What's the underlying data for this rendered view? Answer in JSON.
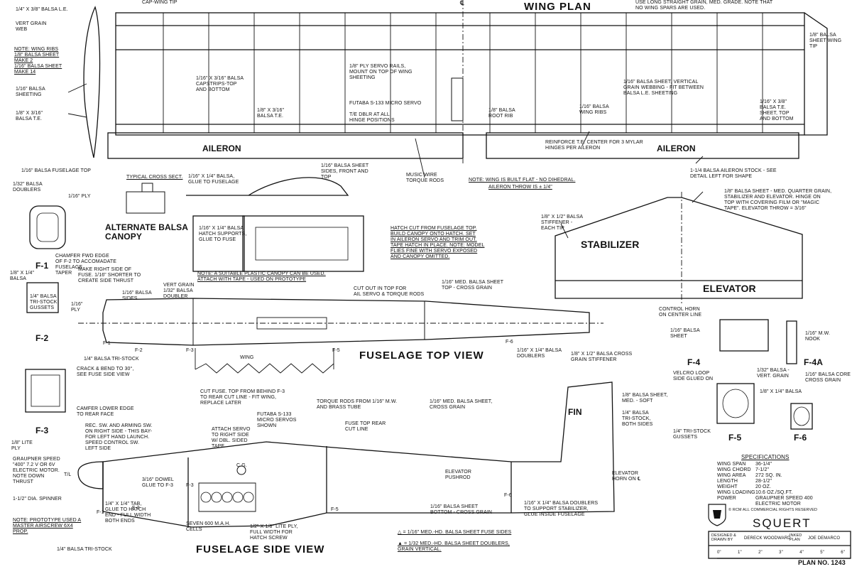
{
  "wing": {
    "title": "WING PLAN",
    "center_mark": "℄",
    "notes": {
      "spar_note": "USE LONG STRAIGHT GRAIN, MED. GRADE. NOTE THAT\nNO WING SPARS ARE USED.",
      "cap_tip": "CAP-WING TIP",
      "tip_sheet": "1/8\" BALSA\nSHEET WING\nTIP",
      "servo_rails": "1/8\" PLY SERVO RAILS,\nMOUNT ON TOP OF WING\nSHEETING",
      "capstrips": "1/16\" x 3/16\" BALSA\nCAPSTRIPS-TOP\nAND BOTTOM",
      "futaba": "FUTABA S-133 MICRO SERVO",
      "te_dblr": "T/E DBLR AT ALL\nHINGE POSITIONS",
      "balsa_te": "1/8\" x 3/16\"\nBALSA T.E.",
      "root_rib": "1/8\" BALSA\nROOT RIB",
      "webbing": "1/16\" BALSA SHEET, VERTICAL\nGRAIN WEBBING - FIT BETWEEN\nBALSA L.E. SHEETING",
      "wing_ribs": "1/16\" BALSA\nWING RIBS",
      "le_sheet": "1/16\" x 3/8\"\nBALSA T.E.\nSHEET, TOP\nAND BOTTOM",
      "reinforce": "REINFORCE T.E. CENTER FOR 3 MYLAR\nHINGES PER AILERON",
      "aileron_stock": "1-1/4 BALSA AILERON STOCK - SEE\nDETAIL LEFT FOR SHAPE",
      "music_wire": "MUSIC WIRE\nTORQUE RODS",
      "built_flat": "NOTE: WING IS BUILT FLAT - NO DIHEDRAL.",
      "throw": "AILERON THROW IS ± 1/4\""
    },
    "aileron_left": "AILERON",
    "aileron_right": "AILERON"
  },
  "section": {
    "le": "1/4\" x 3/8\" BALSA L.E.",
    "web": "VERT GRAIN\nWEB",
    "note": "NOTE: WING RIBS\n1/8\" BALSA SHEET\nMAKE 2\n1/16\" BALSA SHEET\nMAKE 14",
    "sheeting": "1/16\" BALSA\nSHEETING",
    "te": "1/8\" x 3/16\"\nBALSA T.E."
  },
  "canopy": {
    "fuse_top": "1/16\" BALSA FUSELAGE TOP",
    "doublers": "1/32\" BALSA\nDOUBLERS",
    "ply": "1/16\" PLY",
    "typical": "TYPICAL CROSS SECT.",
    "glue": "1/16\" x 1/4\" BALSA,\nGLUE TO FUSELAGE",
    "sides": "1/16\" BALSA SHEET\nSIDES, FRONT AND\nTOP",
    "title": "ALTERNATE BALSA\nCANOPY",
    "hatch_supports": "1/16\" x 1/4\" BALSA\nHATCH SUPPORTS,\nGLUE TO FUSE",
    "hatch_note": "HATCH CUT FROM FUSELAGE TOP.\nBUILD CANOPY ONTO HATCH. SET\nIN AILERON SERVO AND TRIM OUT.\nTAPE HATCH IN PLACE. NOTE: MODEL\nFLIES FINE WITH SERVO EXPOSED\nAND CANOPY OMITTED.",
    "plastic": "NOTE: A SUITABLE PLASTIC CANOPY CAN BE USED.\nATTACH WITH TAPE - USED ON PROTOTYPE"
  },
  "formers": {
    "f1": "F-1",
    "f2": "F-2",
    "f3": "F-3",
    "f4": "F-4",
    "f4a": "F-4A",
    "f5": "F-5",
    "f6": "F-6",
    "chamfer": "CHAMFER FWD EDGE\nOF F-2 TO ACCOMADATE\nFUSELAGE\nTAPER",
    "balsa18": "1/8\" x 1/4\"\nBALSA",
    "tristock": "1/4\" BALSA\nTRI-STOCK\nGUSSETS",
    "crack": "CRACK & BEND TO 30°,\nSEE FUSE SIDE VIEW",
    "camfer": "CAMFER LOWER EDGE\nTO REAR FACE",
    "lite_ply": "1/8\" LITE\nPLY",
    "f4_sheet": "1/16\" BALSA\nSHEET",
    "nook": "1/16\" M.W.\nNOOK",
    "velcro": "VELCRO LOOP\nSIDE GLUED ON",
    "vert_grain": "1/32\" BALSA -\nVERT. GRAIN",
    "balsa_core": "1/16\" BALSA CORE\nCROSS GRAIN",
    "f5_balsa": "1/8\" x 1/4\" BALSA",
    "f5_gussets": "1/4\" TRI-STOCK\nGUSSETS"
  },
  "stab": {
    "title": "STABILIZER",
    "elevator": "ELEVATOR",
    "stiffener": "1/8\" x 1/2\" BALSA\nSTIFFENER -\nEACH TIP",
    "note": "1/8\" BALSA SHEET - MED. QUARTER GRAIN,\nSTABILIZER AND ELEVATOR. HINGE ON\nTOP WITH COVERING FILM OR \"MAGIC\nTAPE\". ELEVATOR THROW = 3/16\"",
    "horn": "CONTROL HORN\nON CENTER LINE"
  },
  "top_view": {
    "title": "FUSELAGE TOP VIEW",
    "make_right": "MAKE RIGHT SIDE OF\nFUSE. 1/16\" SHORTER TO\nCREATE SIDE THRUST",
    "vert_grain": "VERT GRAIN\n1/32\" BALSA\nDOUBLER",
    "sides": "1/16\" BALSA\nSIDES",
    "ply": "1/16\"\nPLY",
    "cutout": "CUT OUT IN TOP FOR\nAIL SERVO & TORQUE RODS",
    "top": "1/16\" MED. BALSA SHEET\nTOP - CROSS GRAIN",
    "tristock": "1/4\" BALSA TRI-STOCK",
    "wing": "WING",
    "doublers": "1/16\" x 1/4\" BALSA\nDOUBLERS",
    "f1": "F-1",
    "f2": "F-2",
    "f3": "F-3",
    "f5": "F-5",
    "f6": "F-6"
  },
  "side_view": {
    "title": "FUSELAGE SIDE VIEW",
    "fin": "FIN",
    "cut_fuse": "CUT FUSE. TOP FROM BEHIND F-3\nTO REAR CUT LINE - FIT WING,\nREPLACE LATER",
    "futaba": "FUTABA S-133\nMICRO SERVOS\nSHOWN",
    "torque": "TORQUE RODS FROM 1/16\" M.W.\nAND BRASS TUBE",
    "fuse_top": "FUSE TOP REAR\nCUT LINE",
    "med_sheet": "1/16\" MED. BALSA SHEET,\nCROSS GRAIN",
    "fin_stiff": "1/8\" x 1/2\" BALSA CROSS\nGRAIN STIFFENER",
    "fin_sheet": "1/8\" BALSA SHEET,\nMED. - SOFT",
    "fin_tri": "1/4\" BALSA\nTRI-STOCK,\nBOTH SIDES",
    "rec_sw": "REC. SW. AND ARMING SW.\nON RIGHT SIDE - THIS BAY-\nFOR LEFT HAND LAUNCH.\nSPEED CONTROL SW.\nLEFT SIDE",
    "attach": "ATTACH SERVO\nTO RIGHT SIDE\nW/ DBL. SIDED\nTAPE",
    "motor": "GRAUPNER SPEED\n\"400\" 7.2 V OR 6V\nELECTRIC MOTOR.\nNOTE DOWN\nTHRUST",
    "spinner": "1-1/2\" DIA. SPINNER",
    "dowel": "3/16\" DOWEL\nGLUE TO F-3",
    "cg": "C.G.",
    "elev_push": "ELEVATOR\nPUSHROD",
    "elev_horn": "ELEVATOR\nHORN ON ℄",
    "bottom": "1/16\" BALSA SHEET\nBOTTOM - CROSS GRAIN",
    "doublers": "1/16\" x 1/4\" BALSA DOUBLERS\nTO SUPPORT STABILIZER,\nGLUE INSIDE FUSELAGE",
    "prop": "NOTE: PROTOTYPE USED A\nMASTER AIRSCREW 6x4\nPROP.",
    "tristock_hatch": "1/4\" x 1/4\" TAB,\nGLUE TO HATCH\nEND - FULL WIDTH\nBOTH ENDS",
    "cells": "SEVEN 600 M.A.H.\nCELLS",
    "lite_ply": "1/2\" x 1/8\" LITE PLY,\nFULL WIDTH FOR\nHATCH SCREW",
    "tri_bottom": "1/4\" BALSA TRI-STOCK",
    "legend1": "△ = 1/16\" MED.-HD. BALSA SHEET FUSE SIDES",
    "legend2": "▲ = 1/32 MED.-HD. BALSA SHEET DOUBLERS,\nGRAIN VERTICAL.",
    "f1": "F-1",
    "f2": "F-2",
    "f3": "F-3",
    "f5": "F-5",
    "f6": "F-6",
    "ty": "T/L"
  },
  "specs": {
    "title": "SPECIFICATIONS",
    "rows": [
      {
        "k": "WING SPAN",
        "v": "36-1/4\""
      },
      {
        "k": "WING CHORD",
        "v": "7-1/2\""
      },
      {
        "k": "WING AREA",
        "v": "272 SQ. IN."
      },
      {
        "k": "LENGTH",
        "v": "28-1/2\""
      },
      {
        "k": "WEIGHT",
        "v": "20 OZ."
      },
      {
        "k": "WING LOADING",
        "v": "10.6 OZ./SQ.FT."
      },
      {
        "k": "POWER",
        "v": "GRAUPNER SPEED 400\nELECTRIC MOTOR"
      }
    ],
    "copyright": "© RCM ALL COMMERCIAL RIGHTS RESERVED"
  },
  "title_block": {
    "name": "SQUERT",
    "designed_label": "DESIGNED &\nDRAWN BY",
    "designer": "DERECK WOODWARD",
    "inked_label": "INKED\nPLAN",
    "inker": "JOE DEMARCO",
    "scale": [
      "0\"",
      "1\"",
      "2\"",
      "3\"",
      "4\"",
      "5\"",
      "6\""
    ],
    "plan_no": "PLAN NO. 1243"
  },
  "colors": {
    "ink": "#111111",
    "paper": "#ffffff"
  }
}
